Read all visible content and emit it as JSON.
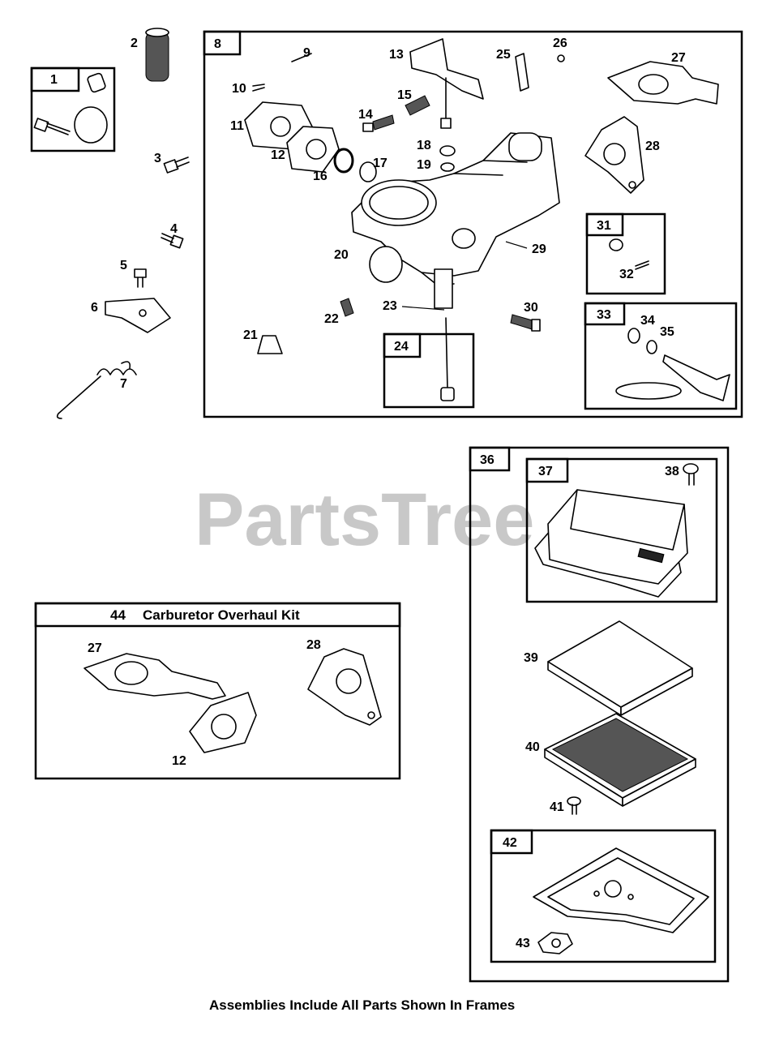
{
  "watermark": "PartsTree",
  "kit_title": "Carburetor Overhaul Kit",
  "footer": "Assemblies Include All Parts Shown In Frames",
  "frame_labels": {
    "f1": "1",
    "f8": "8",
    "f24": "24",
    "f31": "31",
    "f33": "33",
    "f36": "36",
    "f37": "37",
    "f42": "42",
    "f44": "44"
  },
  "callouts": {
    "c2": "2",
    "c3": "3",
    "c4": "4",
    "c5": "5",
    "c6": "6",
    "c7": "7",
    "c9": "9",
    "c10": "10",
    "c11": "11",
    "c12": "12",
    "c13": "13",
    "c14": "14",
    "c15": "15",
    "c16": "16",
    "c17": "17",
    "c18": "18",
    "c19": "19",
    "c20": "20",
    "c21": "21",
    "c22": "22",
    "c23": "23",
    "c25": "25",
    "c26": "26",
    "c27": "27",
    "c28": "28",
    "c29": "29",
    "c30": "30",
    "c32": "32",
    "c34": "34",
    "c35": "35",
    "c38": "38",
    "c39": "39",
    "c40": "40",
    "c41": "41",
    "c43": "43",
    "k27": "27",
    "k28": "28",
    "k12": "12"
  }
}
